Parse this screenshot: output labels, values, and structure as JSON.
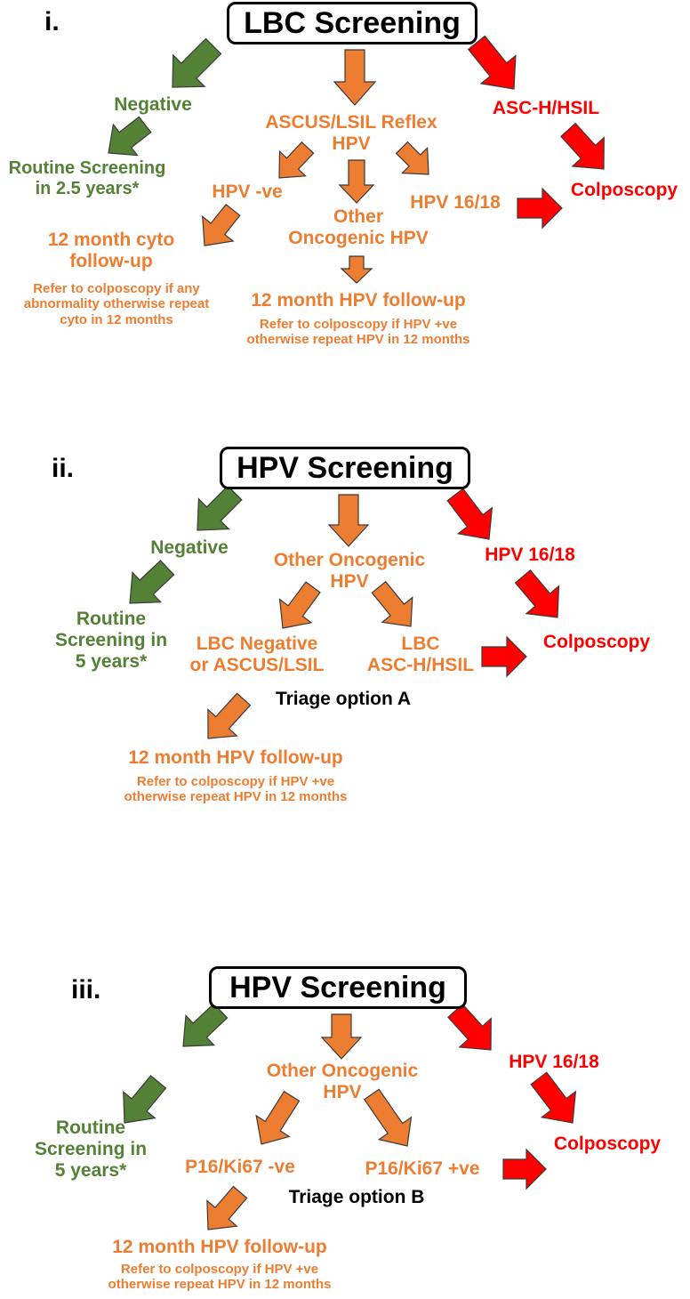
{
  "colors": {
    "green": "#538135",
    "orange": "#ED7D31",
    "red": "#FF0000",
    "black": "#000000"
  },
  "panels": [
    {
      "label": "i.",
      "title": "LBC Screening",
      "negative": "Negative",
      "routine": [
        "Routine Screening",
        "in 2.5 years*"
      ],
      "middle": [
        "ASCUS/LSIL Reflex",
        "HPV"
      ],
      "hpv_neg": "HPV -ve",
      "other": [
        "Other",
        "Oncogenic HPV"
      ],
      "hpv1618": "HPV 16/18",
      "high": "ASC-H/HSIL",
      "colposcopy": "Colposcopy",
      "cyto_followup": [
        "12 month cyto",
        "follow-up"
      ],
      "cyto_note": [
        "Refer to colposcopy if any",
        "abnormality otherwise repeat",
        "cyto in 12 months"
      ],
      "hpv_followup": "12 month HPV follow-up",
      "hpv_note": [
        "Refer to colposcopy if HPV +ve",
        "otherwise repeat HPV in 12 months"
      ]
    },
    {
      "label": "ii.",
      "title": "HPV Screening",
      "negative": "Negative",
      "routine": [
        "Routine",
        "Screening in",
        "5 years*"
      ],
      "middle": [
        "Other Oncogenic",
        "HPV"
      ],
      "left_branch": [
        "LBC Negative",
        "or ASCUS/LSIL"
      ],
      "right_branch": [
        "LBC",
        "ASC-H/HSIL"
      ],
      "triage": "Triage option A",
      "hpv1618": "HPV 16/18",
      "colposcopy": "Colposcopy",
      "hpv_followup": "12 month HPV follow-up",
      "hpv_note": [
        "Refer to colposcopy if HPV +ve",
        "otherwise repeat HPV in 12 months"
      ]
    },
    {
      "label": "iii.",
      "title": "HPV Screening",
      "routine": [
        "Routine",
        "Screening in",
        "5 years*"
      ],
      "middle": [
        "Other Oncogenic",
        "HPV"
      ],
      "left_branch": "P16/Ki67 -ve",
      "right_branch": "P16/Ki67 +ve",
      "triage": "Triage option B",
      "hpv1618": "HPV 16/18",
      "colposcopy": "Colposcopy",
      "hpv_followup": "12 month HPV follow-up",
      "hpv_note": [
        "Refer to colposcopy if HPV +ve",
        "otherwise repeat HPV in 12 months"
      ]
    }
  ]
}
